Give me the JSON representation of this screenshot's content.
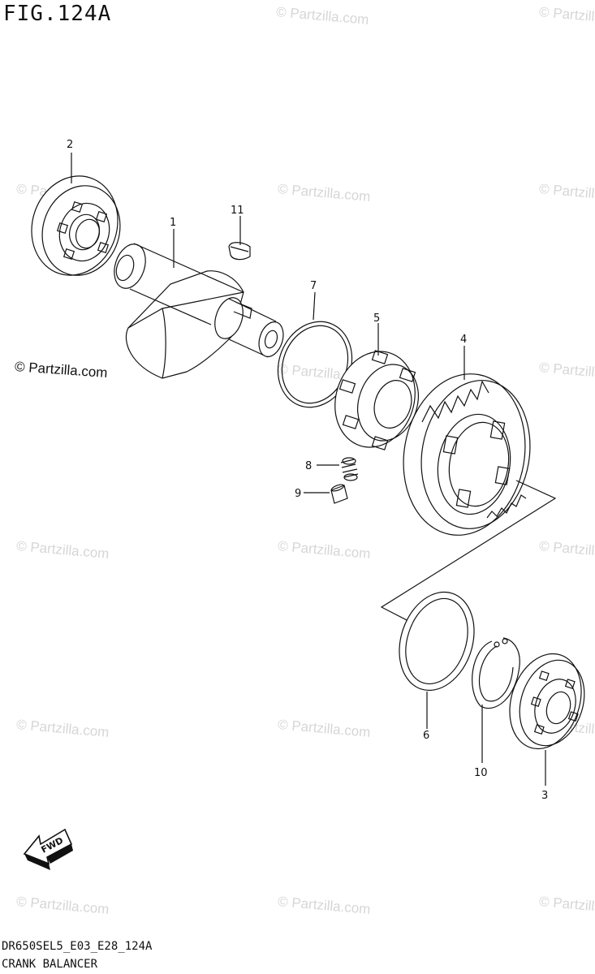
{
  "figure": {
    "title": "FIG.124A",
    "model_code": "DR650SEL5_E03_E28_124A",
    "section_name": "CRANK BALANCER"
  },
  "brand_mark": "© Partzilla.com",
  "watermark_text": "© Partzilla.com",
  "fwd_label": "FWD",
  "callouts": [
    {
      "id": "1",
      "part": "crank-balancer-shaft"
    },
    {
      "id": "2",
      "part": "bearing-left"
    },
    {
      "id": "3",
      "part": "bearing-right"
    },
    {
      "id": "4",
      "part": "balancer-driven-gear"
    },
    {
      "id": "5",
      "part": "damper-hub"
    },
    {
      "id": "6",
      "part": "thrust-washer"
    },
    {
      "id": "7",
      "part": "o-ring"
    },
    {
      "id": "8",
      "part": "damper-spring"
    },
    {
      "id": "9",
      "part": "pin"
    },
    {
      "id": "10",
      "part": "circlip"
    },
    {
      "id": "11",
      "part": "woodruff-key"
    }
  ],
  "colors": {
    "line": "#111111",
    "watermark": "#d6d6d6"
  }
}
